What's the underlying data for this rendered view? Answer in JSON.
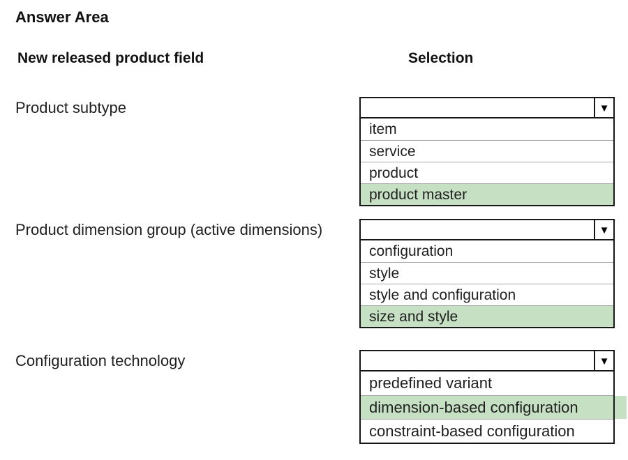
{
  "title": "Answer Area",
  "columns": {
    "field_header": "New released product field",
    "selection_header": "Selection"
  },
  "colors": {
    "highlight_green": "#c6e0c3",
    "border_dark": "#161616",
    "divider_gray": "#a9a9a9"
  },
  "icons": {
    "dropdown_arrow": "▼"
  },
  "rows": [
    {
      "label": "Product subtype",
      "selected_value": "",
      "options": [
        {
          "text": "item",
          "highlighted": false
        },
        {
          "text": "service",
          "highlighted": false
        },
        {
          "text": "product",
          "highlighted": false
        },
        {
          "text": "product master",
          "highlighted": true
        }
      ]
    },
    {
      "label": "Product dimension group (active dimensions)",
      "selected_value": "",
      "options": [
        {
          "text": "configuration",
          "highlighted": false
        },
        {
          "text": "style",
          "highlighted": false
        },
        {
          "text": "style and configuration",
          "highlighted": false
        },
        {
          "text": "size and style",
          "highlighted": true
        }
      ]
    },
    {
      "label": "Configuration technology",
      "selected_value": "",
      "options": [
        {
          "text": "predefined variant",
          "highlighted": false
        },
        {
          "text": "dimension-based configuration",
          "highlighted": true
        },
        {
          "text": "constraint-based configuration",
          "highlighted": false
        }
      ]
    }
  ]
}
